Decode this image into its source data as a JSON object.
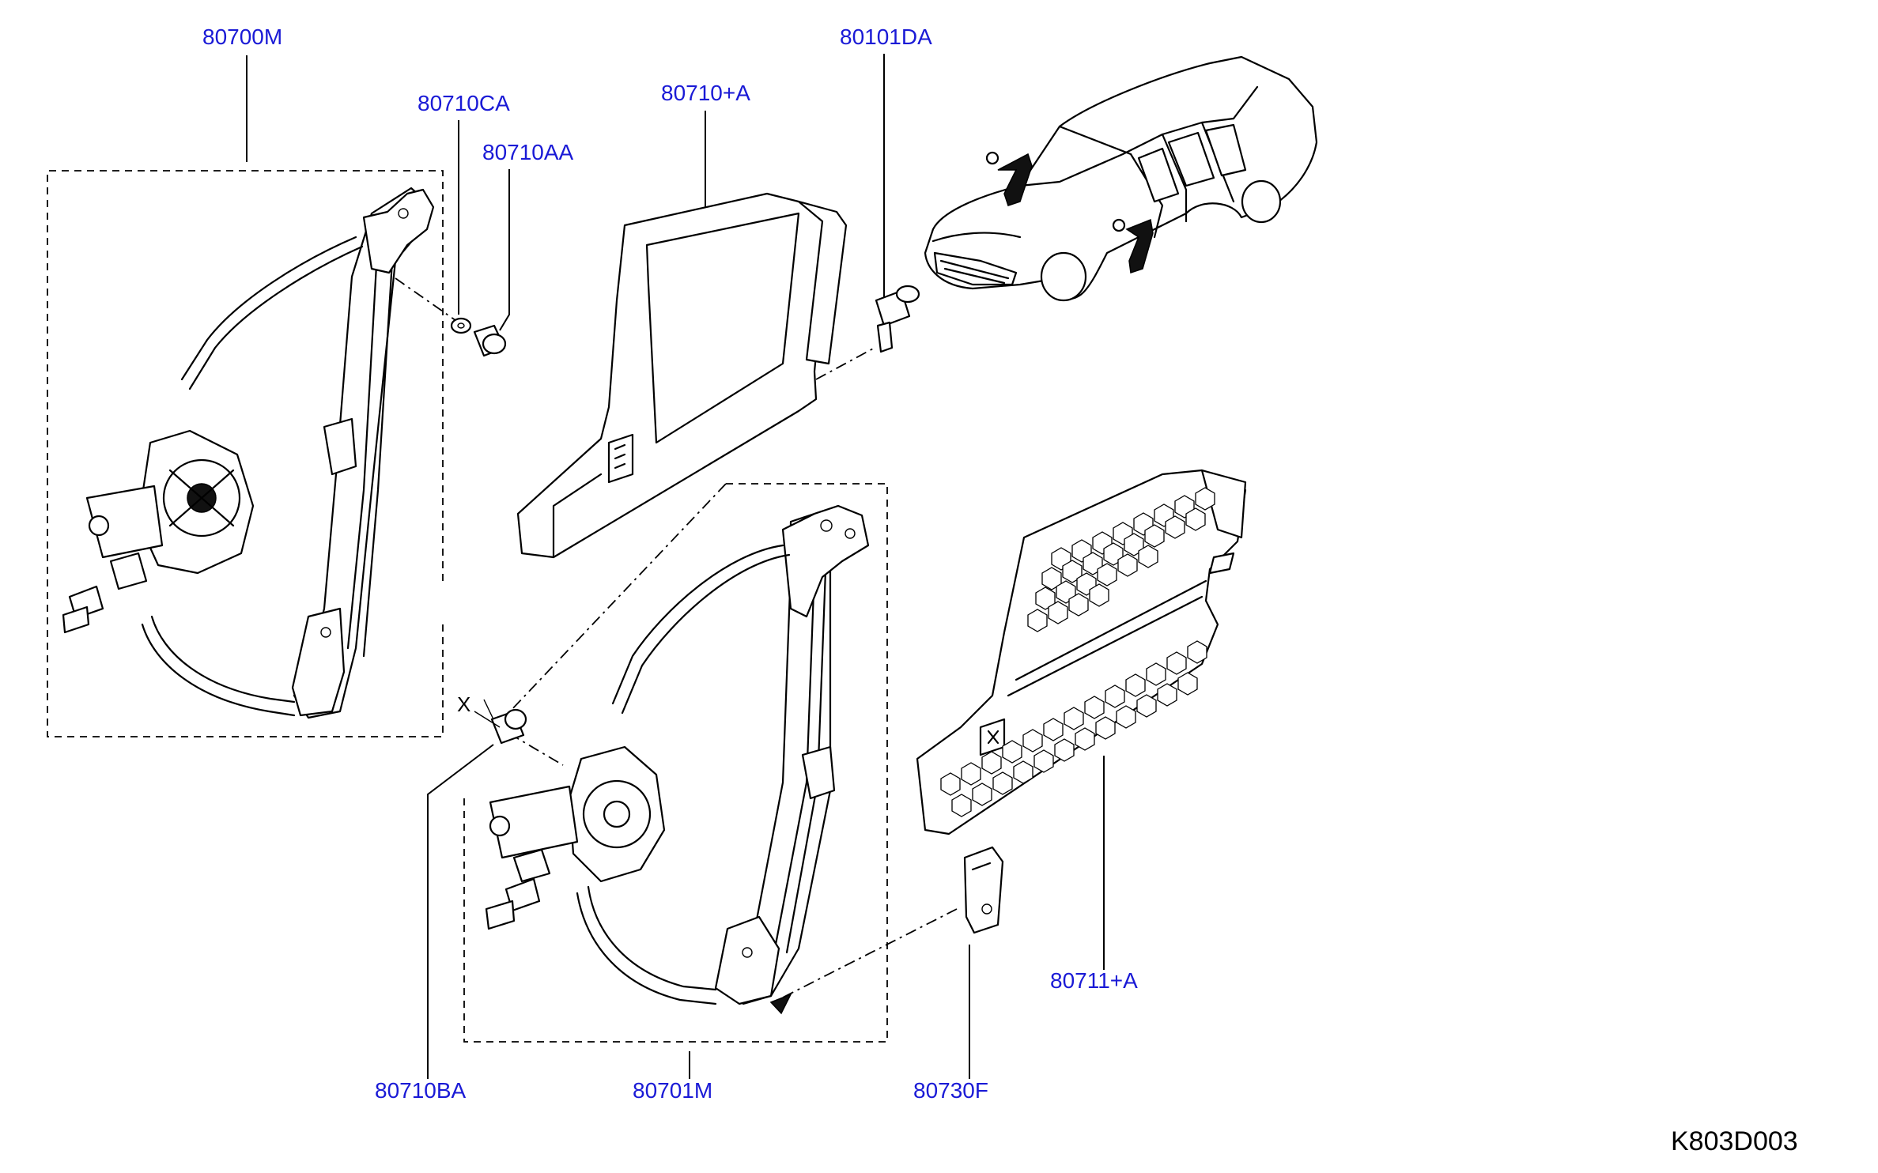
{
  "callouts": {
    "regulator_front_assy": "80700M",
    "washer": "80710CA",
    "bolt_aa": "80710AA",
    "sealing_screen_front": "80710+A",
    "clip_da": "80101DA",
    "bolt_ba": "80710BA",
    "regulator_rear_assy": "80701M",
    "cap_f": "80730F",
    "sealing_screen_rear": "80711+A"
  },
  "dimension_mark": "X",
  "figure_code": "K803D003",
  "colors": {
    "callout_text": "#1a1ad6",
    "line_art": "#000000",
    "background": "#ffffff"
  }
}
